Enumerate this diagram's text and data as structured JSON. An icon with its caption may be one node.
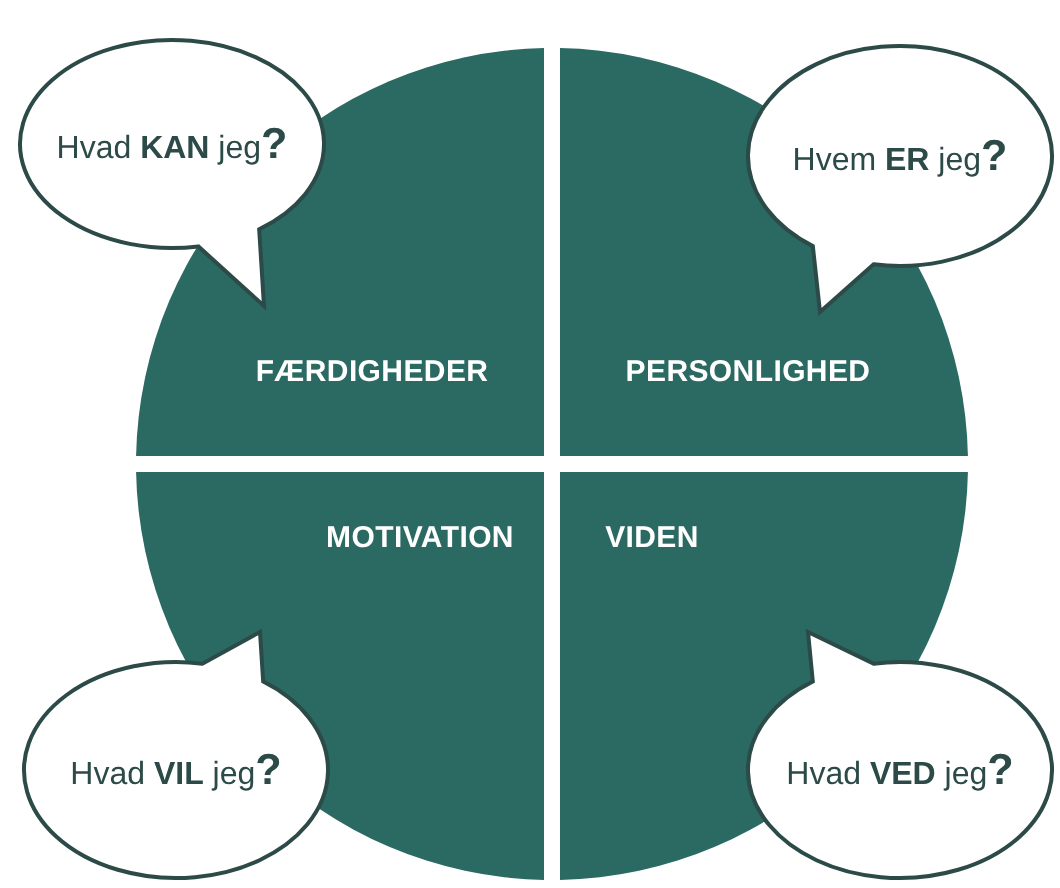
{
  "diagram": {
    "nodes": [
      {
        "text": [
          "Hvad **KAN** jeg**?**"
        ]
      },
      {
        "text": [
          "Hvem **ER** jeg**?**"
        ]
      },
      {
        "text": [
          "FÆRDIGHEDER"
        ]
      },
      {
        "text": [
          "PERSONLIGHED"
        ]
      },
      {
        "text": [
          "MOTIVATION"
        ]
      },
      {
        "text": [
          "VIDEN"
        ]
      },
      {
        "text": [
          "Hvad **VIL** jeg**?**"
        ]
      },
      {
        "text": [
          "Hvad **VED** jeg**?**"
        ]
      }
    ]
  }
}
